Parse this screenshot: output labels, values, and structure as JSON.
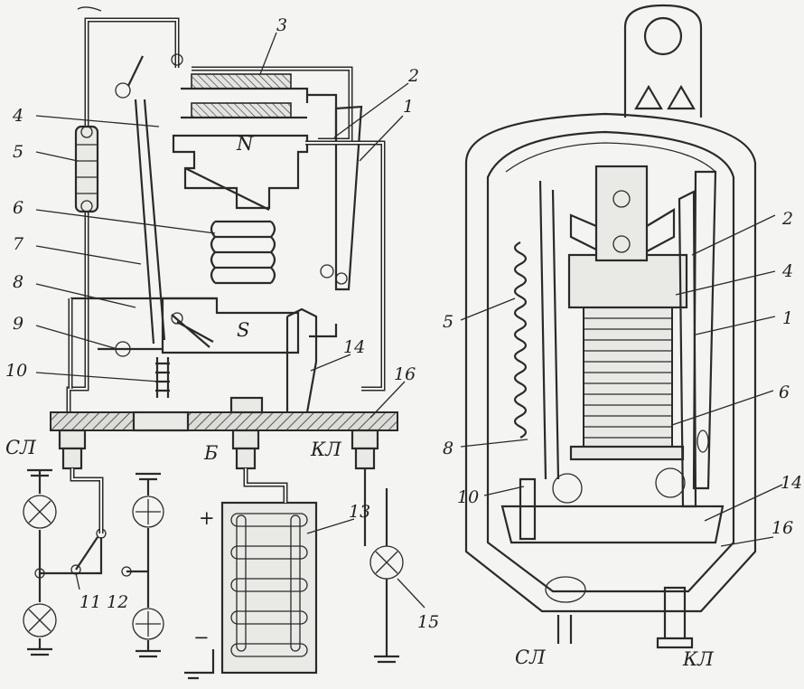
{
  "figure": {
    "left_callouts": {
      "c1": "1",
      "c2": "2",
      "c3": "3",
      "c4": "4",
      "c5": "5",
      "c6": "6",
      "c7": "7",
      "c8": "8",
      "c9": "9",
      "c10": "10",
      "c11": "11",
      "c12": "12",
      "c13": "13",
      "c14": "14",
      "c15": "15",
      "c16": "16"
    },
    "pole_labels": {
      "north": "N",
      "south": "S"
    },
    "terminal_labels": {
      "sl": "СЛ",
      "b": "Б",
      "kl": "КЛ"
    },
    "battery_signs": {
      "plus": "+",
      "minus": "−"
    },
    "right_callouts": {
      "r2": "2",
      "r4": "4",
      "r1": "1",
      "r6": "6",
      "r14": "14",
      "r16": "16",
      "r5": "5",
      "r8": "8",
      "r10": "10"
    },
    "right_terminal_labels": {
      "sl": "СЛ",
      "kl": "КЛ"
    }
  }
}
